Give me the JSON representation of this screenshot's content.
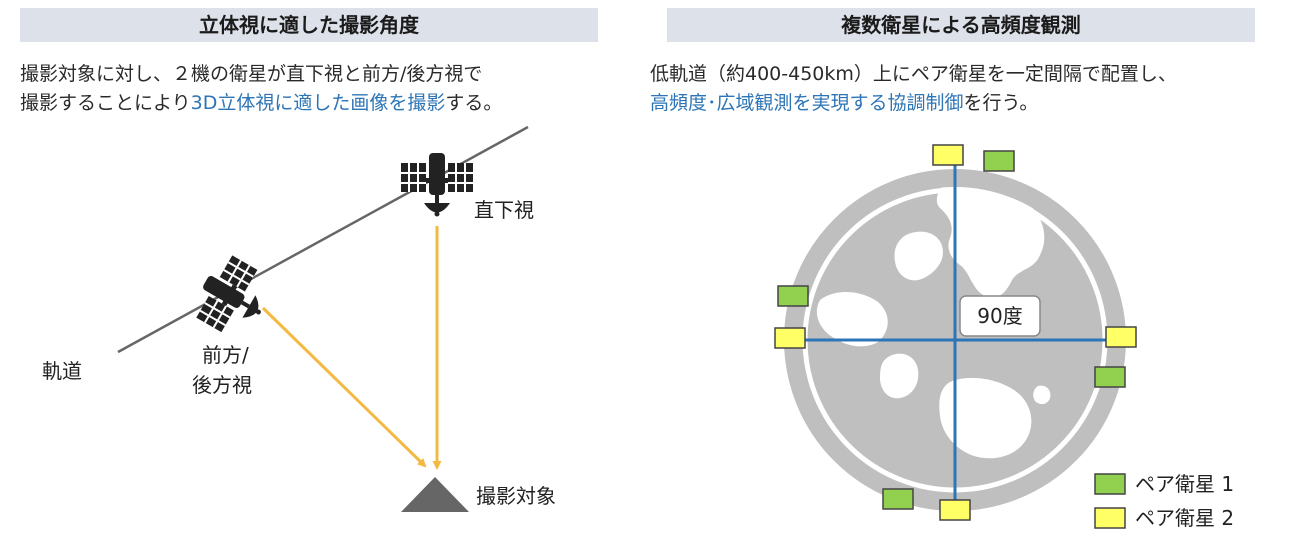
{
  "left": {
    "title": "立体視に適した撮影角度",
    "desc_line1": "撮影対象に対し、２機の衛星が直下視と前方/後方視で",
    "desc_line2_pre": "撮影することにより",
    "desc_line2_highlight": "3D立体視に適した画像を撮影",
    "desc_line2_post": "する。",
    "labels": {
      "orbit": "軌道",
      "nadir": "直下視",
      "forward_line1": "前方/",
      "forward_line2": "後方視",
      "target": "撮影対象"
    }
  },
  "right": {
    "title": "複数衛星による高頻度観測",
    "desc_line1": "低軌道（約400-450km）上にペア衛星を一定間隔で配置し、",
    "desc_line2_highlight": "高頻度･広域観測を実現する協調制御",
    "desc_line2_post": "を行う。",
    "angle_label": "90度",
    "legend": [
      {
        "label": "ペア衛星 1",
        "color": "#92d050"
      },
      {
        "label": "ペア衛星 2",
        "color": "#ffff66"
      }
    ]
  },
  "colors": {
    "header_bg": "#dde1ea",
    "highlight_text": "#2e75b6",
    "sight_line": "#f4b942",
    "orbit_line": "#666666",
    "earth": "#bfbfbf",
    "cross_line": "#2e75b6",
    "target": "#666666"
  }
}
